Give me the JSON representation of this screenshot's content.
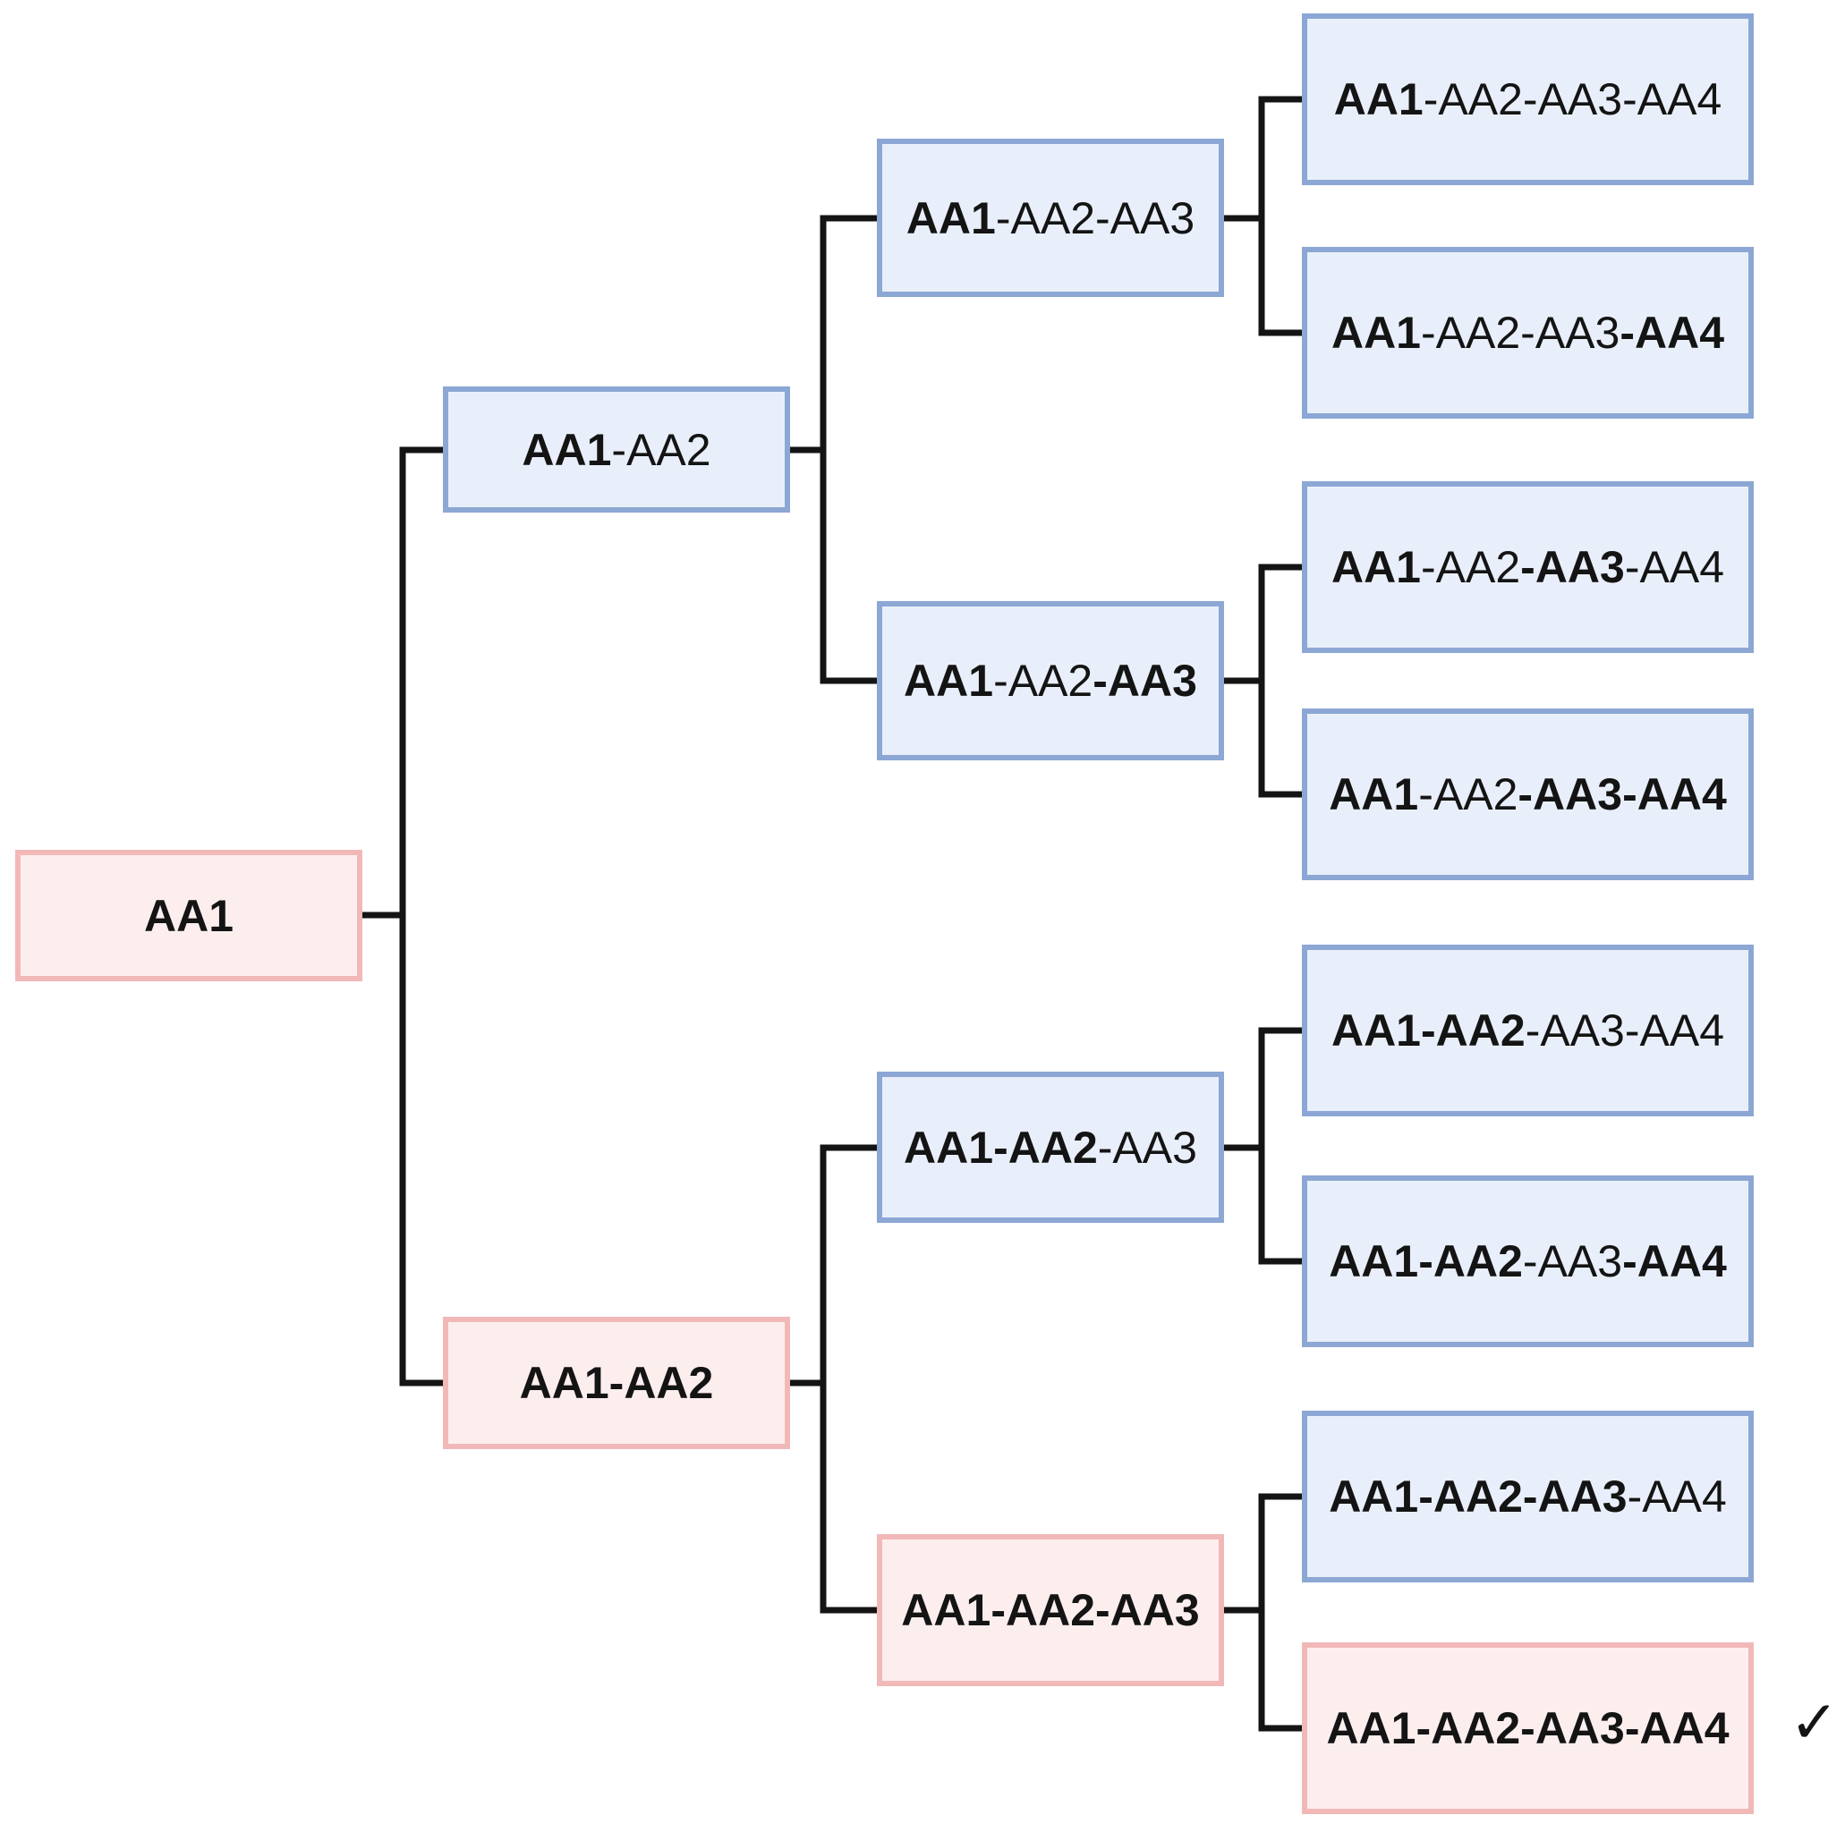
{
  "diagram": {
    "background": "#ffffff",
    "line_color": "#141414",
    "check_symbol": "✓",
    "colors": {
      "blue_fill": "#e9effa",
      "blue_border": "#8ca7d4",
      "pink_fill": "#fdeeee",
      "pink_border": "#f2b8b8",
      "text": "#141414"
    },
    "nodes": {
      "root": {
        "variant": "pink",
        "label": "AA1",
        "parts": [
          {
            "t": "AA1",
            "b": true
          }
        ]
      },
      "l2_1": {
        "variant": "blue",
        "label": "AA1-AA2",
        "parts": [
          {
            "t": "AA1",
            "b": true
          },
          {
            "t": "-AA2",
            "b": false
          }
        ]
      },
      "l2_2": {
        "variant": "pink",
        "label": "AA1-AA2",
        "parts": [
          {
            "t": "AA1",
            "b": true
          },
          {
            "t": "-AA2",
            "b": true
          }
        ]
      },
      "l3_1": {
        "variant": "blue",
        "label": "AA1-AA2-AA3",
        "parts": [
          {
            "t": "AA1",
            "b": true
          },
          {
            "t": "-AA2",
            "b": false
          },
          {
            "t": "-AA3",
            "b": false
          }
        ]
      },
      "l3_2": {
        "variant": "blue",
        "label": "AA1-AA2-AA3",
        "parts": [
          {
            "t": "AA1",
            "b": true
          },
          {
            "t": "-AA2",
            "b": false
          },
          {
            "t": "-AA3",
            "b": true
          }
        ]
      },
      "l3_3": {
        "variant": "blue",
        "label": "AA1-AA2-AA3",
        "parts": [
          {
            "t": "AA1",
            "b": true
          },
          {
            "t": "-AA2",
            "b": true
          },
          {
            "t": "-AA3",
            "b": false
          }
        ]
      },
      "l3_4": {
        "variant": "pink",
        "label": "AA1-AA2-AA3",
        "parts": [
          {
            "t": "AA1",
            "b": true
          },
          {
            "t": "-AA2",
            "b": true
          },
          {
            "t": "-AA3",
            "b": true
          }
        ]
      },
      "leaf_1": {
        "variant": "blue",
        "label": "AA1-AA2-AA3-AA4",
        "parts": [
          {
            "t": "AA1",
            "b": true
          },
          {
            "t": "-AA2",
            "b": false
          },
          {
            "t": "-AA3",
            "b": false
          },
          {
            "t": "-AA4",
            "b": false
          }
        ]
      },
      "leaf_2": {
        "variant": "blue",
        "label": "AA1-AA2-AA3-AA4",
        "parts": [
          {
            "t": "AA1",
            "b": true
          },
          {
            "t": "-AA2",
            "b": false
          },
          {
            "t": "-AA3",
            "b": false
          },
          {
            "t": "-AA4",
            "b": true
          }
        ]
      },
      "leaf_3": {
        "variant": "blue",
        "label": "AA1-AA2-AA3-AA4",
        "parts": [
          {
            "t": "AA1",
            "b": true
          },
          {
            "t": "-AA2",
            "b": false
          },
          {
            "t": "-AA3",
            "b": true
          },
          {
            "t": "-AA4",
            "b": false
          }
        ]
      },
      "leaf_4": {
        "variant": "blue",
        "label": "AA1-AA2-AA3-AA4",
        "parts": [
          {
            "t": "AA1",
            "b": true
          },
          {
            "t": "-AA2",
            "b": false
          },
          {
            "t": "-AA3",
            "b": true
          },
          {
            "t": "-AA4",
            "b": true
          }
        ]
      },
      "leaf_5": {
        "variant": "blue",
        "label": "AA1-AA2-AA3-AA4",
        "parts": [
          {
            "t": "AA1",
            "b": true
          },
          {
            "t": "-AA2",
            "b": true
          },
          {
            "t": "-AA3",
            "b": false
          },
          {
            "t": "-AA4",
            "b": false
          }
        ]
      },
      "leaf_6": {
        "variant": "blue",
        "label": "AA1-AA2-AA3-AA4",
        "parts": [
          {
            "t": "AA1",
            "b": true
          },
          {
            "t": "-AA2",
            "b": true
          },
          {
            "t": "-AA3",
            "b": false
          },
          {
            "t": "-AA4",
            "b": true
          }
        ]
      },
      "leaf_7": {
        "variant": "blue",
        "label": "AA1-AA2-AA3-AA4",
        "parts": [
          {
            "t": "AA1",
            "b": true
          },
          {
            "t": "-AA2",
            "b": true
          },
          {
            "t": "-AA3",
            "b": true
          },
          {
            "t": "-AA4",
            "b": false
          }
        ]
      },
      "leaf_8": {
        "variant": "pink",
        "label": "AA1-AA2-AA3-AA4",
        "parts": [
          {
            "t": "AA1",
            "b": true
          },
          {
            "t": "-AA2",
            "b": true
          },
          {
            "t": "-AA3",
            "b": true
          },
          {
            "t": "-AA4",
            "b": true
          }
        ],
        "checked": true
      }
    }
  }
}
